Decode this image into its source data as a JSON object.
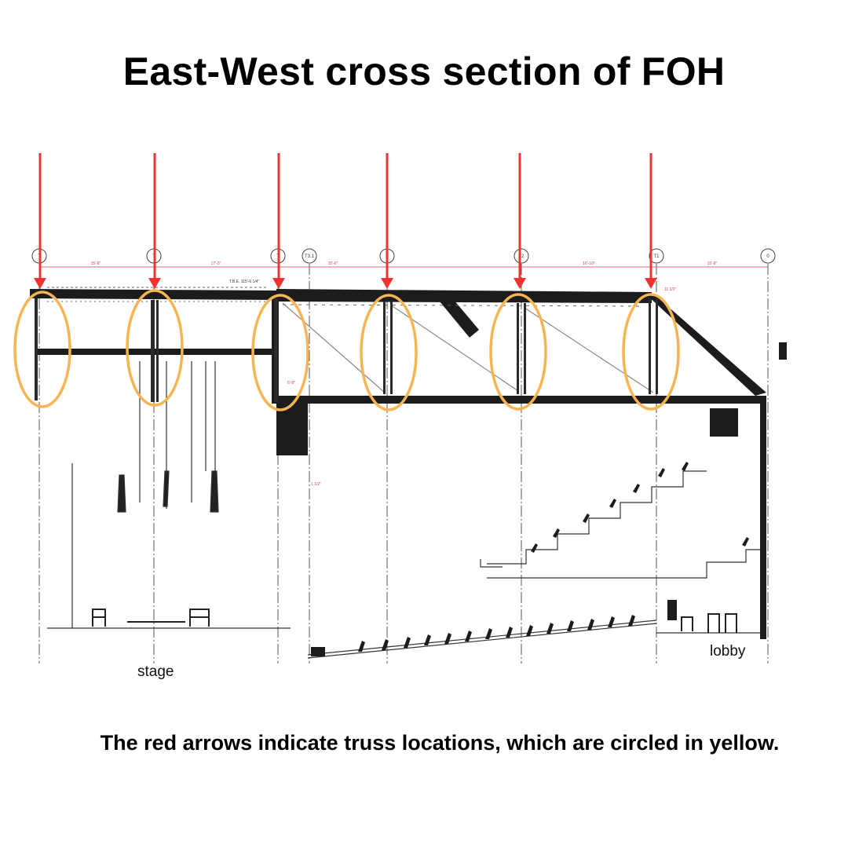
{
  "title": "East-West cross section of FOH",
  "caption": "The red arrows indicate truss locations, which are circled in yellow.",
  "labels": {
    "stage": "stage",
    "lobby": "lobby"
  },
  "grid_labels": [
    "T",
    "T",
    "T",
    "T3.1",
    "T",
    "T2",
    "T1",
    "0"
  ],
  "dimension_labels": [
    "15'-8\"",
    "17'-3\"",
    "15'-6\"",
    "16'-10\"",
    "15'-8\""
  ],
  "annotations": [
    "T.B.E. 115'-6 1/4\"",
    "11 1/2\"",
    "6'-8\"",
    "1 1/2\""
  ],
  "colors": {
    "arrow": "#ee3333",
    "truss_circle": "#f6b552",
    "structure": "#1a1a1a",
    "gridline": "#555555"
  },
  "truss_count": 6
}
